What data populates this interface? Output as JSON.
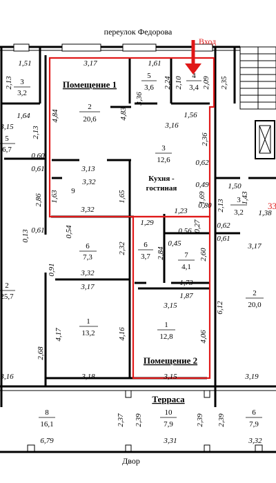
{
  "street_label": "переулок Федорова",
  "entrance_label": "Вход",
  "yard_label": "Двор",
  "terrace_label": "Терраса",
  "kitchen_label_line1": "Кухня -",
  "kitchen_label_line2": "гостиная",
  "premise1_label": "Помещение 1",
  "premise2_label": "Помещение 2",
  "side_red_number": "33",
  "colors": {
    "highlight": "#e01818",
    "wall": "#000000",
    "background": "#ffffff"
  },
  "rooms": [
    {
      "id": "p1-2",
      "number": "2",
      "area": "20,6"
    },
    {
      "id": "p1-5",
      "number": "5",
      "area": "3,6"
    },
    {
      "id": "p1-4",
      "number": "4",
      "area": "3,4"
    },
    {
      "id": "p1-3",
      "number": "3",
      "area": "12,6"
    },
    {
      "id": "p1-9",
      "number": "9",
      "area": ""
    },
    {
      "id": "p2-6",
      "number": "6",
      "area": "3,7"
    },
    {
      "id": "p2-7",
      "number": "7",
      "area": "4,1"
    },
    {
      "id": "p2-1",
      "number": "1",
      "area": "12,8"
    },
    {
      "id": "ter-10",
      "number": "10",
      "area": "7,9"
    },
    {
      "id": "l-3",
      "number": "3",
      "area": "3,2"
    },
    {
      "id": "l-5",
      "number": "5",
      "area": "6,7"
    },
    {
      "id": "l-2",
      "number": "2",
      "area": "25,7"
    },
    {
      "id": "m-6",
      "number": "6",
      "area": "7,3"
    },
    {
      "id": "m-1",
      "number": "1",
      "area": "13,2"
    },
    {
      "id": "r-3",
      "number": "3",
      "area": "3,2"
    },
    {
      "id": "r-2",
      "number": "2",
      "area": "20,0"
    },
    {
      "id": "b-8",
      "number": "8",
      "area": "16,1"
    },
    {
      "id": "b-6",
      "number": "6",
      "area": "7,9"
    }
  ],
  "dimensions": [
    "3,17",
    "1,61",
    "1,51",
    "2,13",
    "2,10",
    "2,09",
    "2,35",
    "2,24",
    "4,84",
    "4,83",
    "3,36",
    "1,56",
    "1,64",
    "3,15",
    "2,13",
    "3,16",
    "2,36",
    "0,60",
    "0,61",
    "3,13",
    "0,62",
    "0,49",
    "1,50",
    "3,32",
    "1,63",
    "1,65",
    "1,69",
    "2,86",
    "3,32",
    "1,23",
    "0,80",
    "1,43",
    "1,38",
    "0,13",
    "0,61",
    "0,54",
    "1,29",
    "0,56",
    "0,27",
    "0,45",
    "2,13",
    "0,62",
    "0,61",
    "2,32",
    "2,84",
    "2,60",
    "3,32",
    "0,91",
    "3,17",
    "1,73",
    "3,17",
    "1,87",
    "6,12",
    "4,17",
    "4,16",
    "3,15",
    "2,68",
    "4,06",
    "3,16",
    "3,18",
    "3,15",
    "3,19",
    "2,37",
    "2,39",
    "2,39",
    "2,39",
    "6,79",
    "3,31",
    "3,32"
  ]
}
